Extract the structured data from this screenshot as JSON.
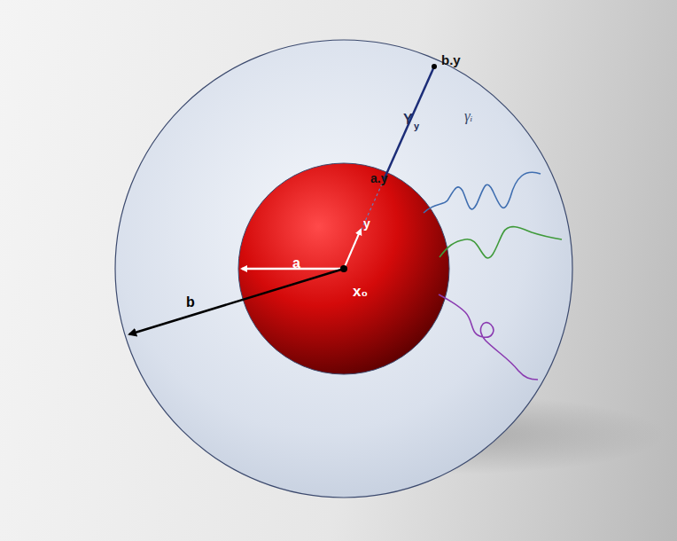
{
  "diagram": {
    "labels": [
      "b.y",
      "Y",
      "y",
      "a.y",
      "γᵢ",
      "y",
      "a",
      "b",
      "x₀"
    ]
  }
}
